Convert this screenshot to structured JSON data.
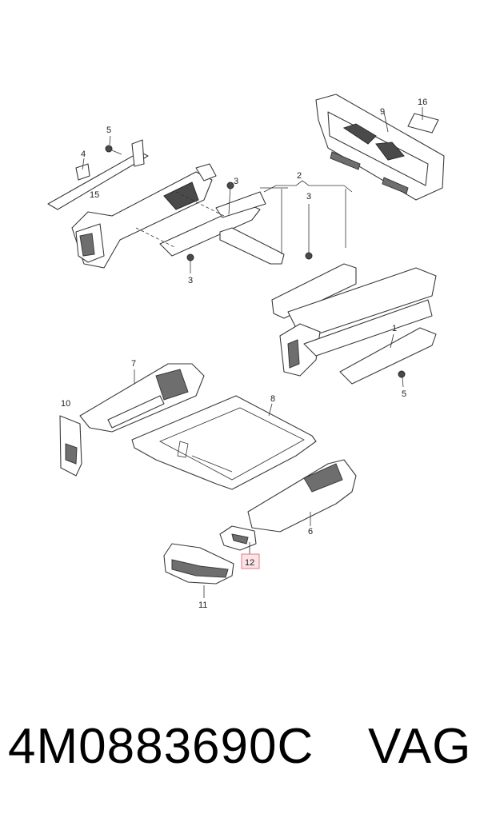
{
  "callouts": {
    "c1": "1",
    "c2": "2",
    "c3a": "3",
    "c3b": "3",
    "c3c": "3",
    "c4": "4",
    "c5a": "5",
    "c5b": "5",
    "c6": "6",
    "c7": "7",
    "c8": "8",
    "c9": "9",
    "c10": "10",
    "c11": "11",
    "c12": "12",
    "c15": "15",
    "c16": "16"
  },
  "footer": {
    "part_number": "4M0883690C",
    "brand": "VAG"
  },
  "colors": {
    "highlight_fill": "#fbe3e6",
    "highlight_stroke": "#e07b8a"
  }
}
